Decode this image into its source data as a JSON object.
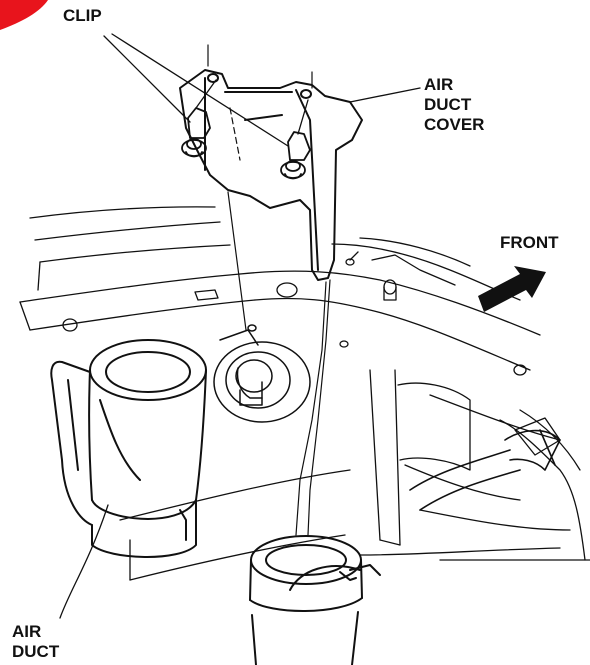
{
  "labels": {
    "clip": "CLIP",
    "air_duct_cover": [
      "AIR",
      "DUCT",
      "COVER"
    ],
    "front": "FRONT",
    "air_duct": [
      "AIR",
      "DUCT"
    ]
  },
  "colors": {
    "line": "#111111",
    "stamp": "#e8141c",
    "arrow": "#111111"
  }
}
